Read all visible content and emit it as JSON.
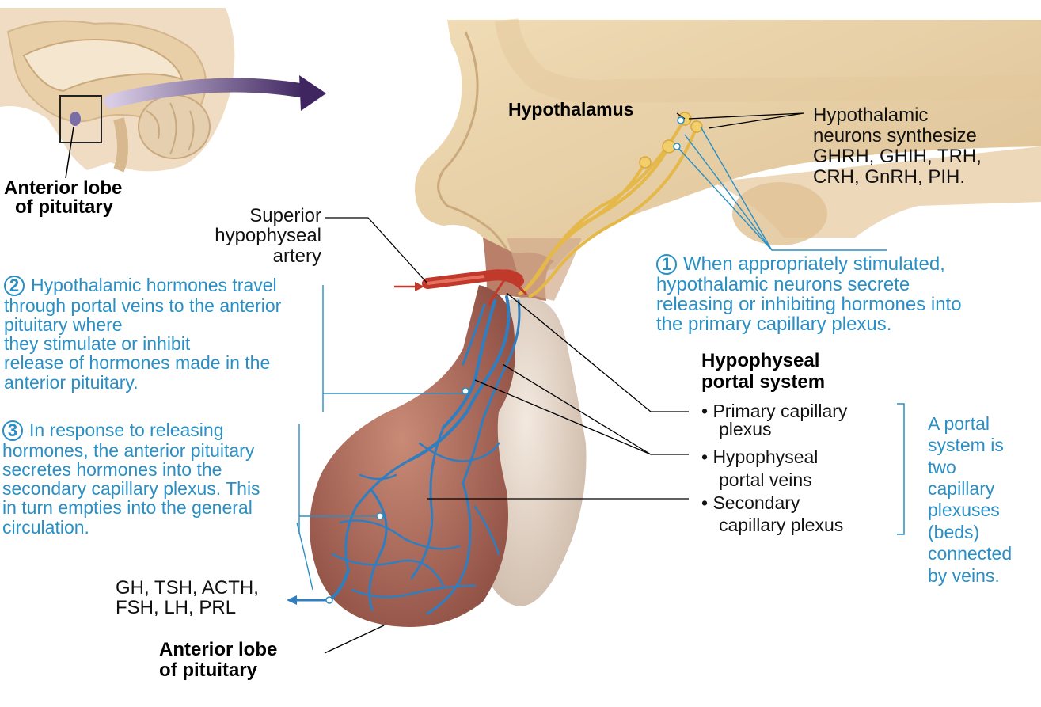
{
  "labels": {
    "anterior_lobe_top": [
      "Anterior lobe",
      "of pituitary"
    ],
    "hypothalamus": "Hypothalamus",
    "hypothalamic_neurons": [
      "Hypothalamic",
      "neurons synthesize",
      "GHRH, GHIH, TRH,",
      "CRH, GnRH, PIH."
    ],
    "superior_artery": [
      "Superior",
      "hypophyseal",
      "artery"
    ],
    "step1": {
      "number": "1",
      "lines": [
        "When appropriately stimulated,",
        "hypothalamic neurons secrete",
        "releasing or inhibiting hormones into",
        "the primary capillary plexus."
      ]
    },
    "step2": {
      "number": "2",
      "lines": [
        "Hypothalamic hormones travel",
        "through portal veins to the anterior",
        "pituitary where",
        "they stimulate or inhibit",
        "release of hormones made in the",
        "anterior pituitary."
      ]
    },
    "step3": {
      "number": "3",
      "lines": [
        "In response to releasing",
        "hormones, the anterior pituitary",
        "secretes hormones into the",
        "secondary capillary plexus. This",
        "in turn empties into the general",
        "circulation."
      ]
    },
    "portal_system_title": [
      "Hypophyseal",
      "portal system"
    ],
    "portal_items": [
      [
        "• Primary capillary",
        "plexus"
      ],
      [
        "• Hypophyseal",
        "portal veins"
      ],
      [
        "• Secondary",
        "capillary plexus"
      ]
    ],
    "portal_note": [
      "A portal",
      "system is",
      "two",
      "capillary",
      "plexuses",
      "(beds)",
      "connected",
      "by veins."
    ],
    "hormones_out": [
      "GH, TSH, ACTH,",
      "FSH, LH, PRL"
    ],
    "anterior_lobe_bottom": [
      "Anterior lobe",
      "of pituitary"
    ]
  },
  "colors": {
    "tissue_tan": "#e9cfa4",
    "tissue_light": "#f3e2c4",
    "pituitary_anterior": "#b8705f",
    "pituitary_posterior": "#e7d9cd",
    "vein_blue": "#2f7ec0",
    "artery_red": "#c0392b",
    "neuron_yellow": "#e8c060",
    "text_blue": "#2a8fc4",
    "arrow_purple": "#5a3c78"
  }
}
